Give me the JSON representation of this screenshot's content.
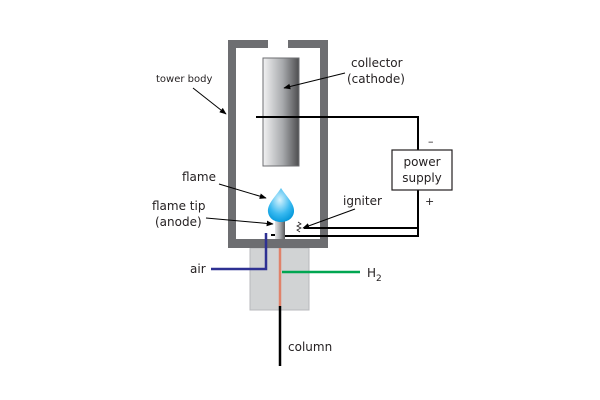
{
  "title": "Flame ionization detector schematic",
  "labels": {
    "tower_body": "tower body",
    "collector_line1": "collector",
    "collector_line2": "(cathode)",
    "flame": "flame",
    "flame_tip_line1": "flame tip",
    "flame_tip_line2": "(anode)",
    "igniter": "igniter",
    "power_line1": "power",
    "power_line2": "supply",
    "minus": "–",
    "plus": "+",
    "air": "air",
    "h2_base": "H",
    "h2_sub": "2",
    "column": "column"
  },
  "colors": {
    "tower": "#6d6e71",
    "base_block": "#d1d3d4",
    "air_line": "#2e3192",
    "h2_line": "#00a651",
    "column_inner": "#e0826a",
    "wire": "#000000",
    "flame_light": "#c6ecfc",
    "flame_dark": "#00a6e8"
  }
}
